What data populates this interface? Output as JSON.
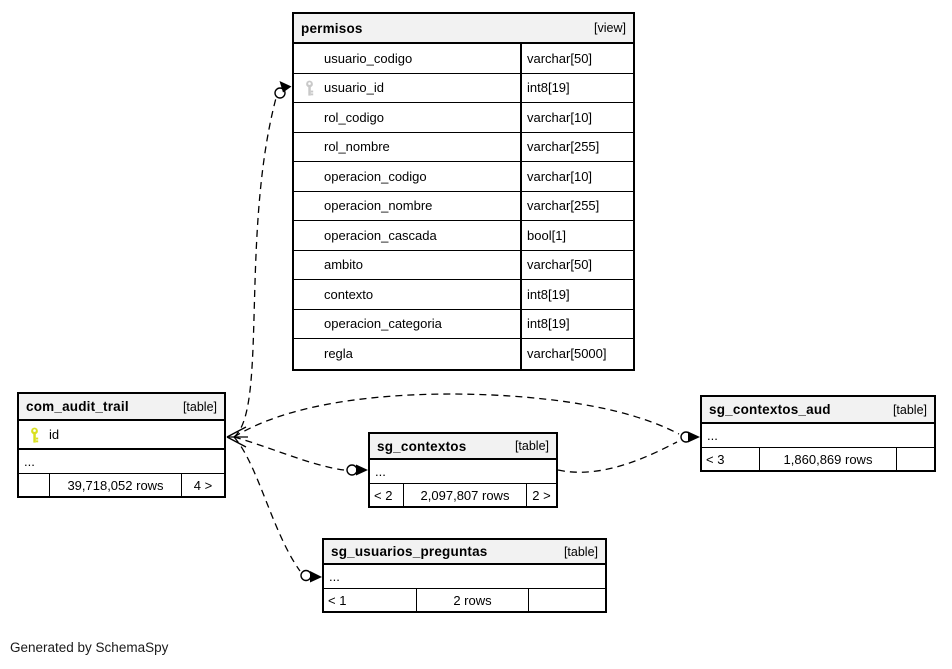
{
  "diagram": {
    "generated_by": "Generated by SchemaSpy"
  },
  "colors": {
    "header_bg": "#f2f2f2",
    "border": "#000000",
    "primary_key_icon": "#d9e021",
    "foreign_key_icon": "#c9c9c9",
    "background": "#ffffff"
  },
  "icons": {
    "primary_key": "pk-key-icon",
    "foreign_key": "fk-key-icon"
  },
  "tables": {
    "permisos": {
      "name": "permisos",
      "kind": "[view]",
      "columns": [
        {
          "name": "usuario_codigo",
          "type": "varchar[50]"
        },
        {
          "name": "usuario_id",
          "type": "int8[19]"
        },
        {
          "name": "rol_codigo",
          "type": "varchar[10]"
        },
        {
          "name": "rol_nombre",
          "type": "varchar[255]"
        },
        {
          "name": "operacion_codigo",
          "type": "varchar[10]"
        },
        {
          "name": "operacion_nombre",
          "type": "varchar[255]"
        },
        {
          "name": "operacion_cascada",
          "type": "bool[1]"
        },
        {
          "name": "ambito",
          "type": "varchar[50]"
        },
        {
          "name": "contexto",
          "type": "int8[19]"
        },
        {
          "name": "operacion_categoria",
          "type": "int8[19]"
        },
        {
          "name": "regla",
          "type": "varchar[5000]"
        }
      ]
    },
    "com_audit_trail": {
      "name": "com_audit_trail",
      "kind": "[table]",
      "pk_column": "id",
      "ellipsis": "...",
      "footer": {
        "left": "",
        "center": "39,718,052 rows",
        "right": "4 >"
      }
    },
    "sg_contextos": {
      "name": "sg_contextos",
      "kind": "[table]",
      "ellipsis": "...",
      "footer": {
        "left": "< 2",
        "center": "2,097,807 rows",
        "right": "2 >"
      }
    },
    "sg_contextos_aud": {
      "name": "sg_contextos_aud",
      "kind": "[table]",
      "ellipsis": "...",
      "footer": {
        "left": "< 3",
        "center": "1,860,869 rows",
        "right": ""
      }
    },
    "sg_usuarios_preguntas": {
      "name": "sg_usuarios_preguntas",
      "kind": "[table]",
      "ellipsis": "...",
      "footer": {
        "left": "< 1",
        "center": "2 rows",
        "right": ""
      }
    }
  }
}
